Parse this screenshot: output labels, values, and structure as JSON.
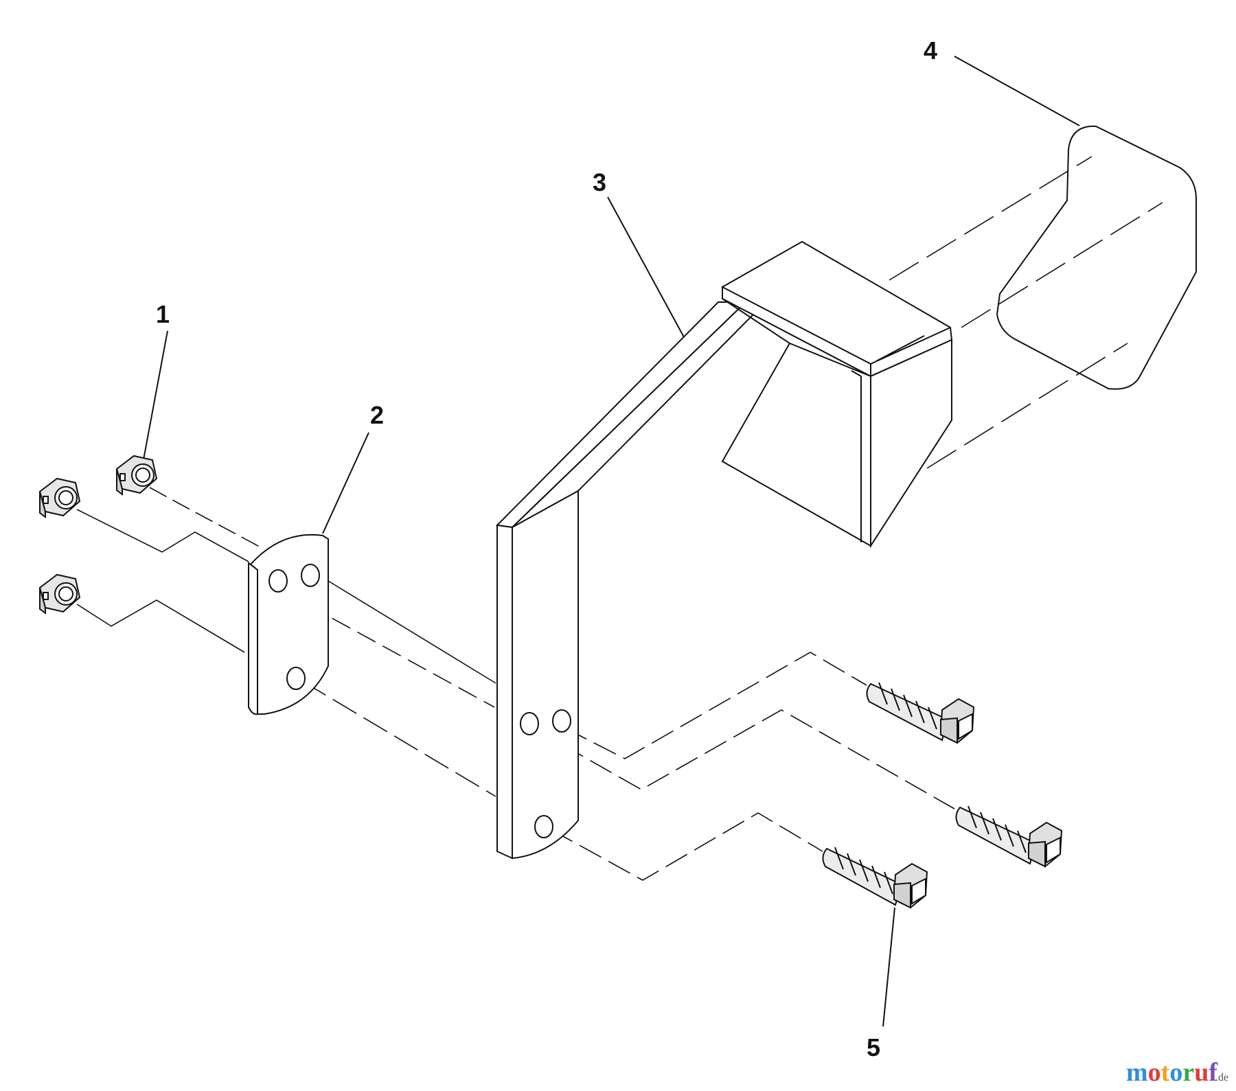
{
  "diagram": {
    "callouts": [
      {
        "id": "1",
        "label": "1"
      },
      {
        "id": "2",
        "label": "2"
      },
      {
        "id": "3",
        "label": "3"
      },
      {
        "id": "4",
        "label": "4"
      },
      {
        "id": "5",
        "label": "5"
      }
    ],
    "colors": {
      "line": "#111111",
      "nut_fill": "#e6e6e6",
      "bolt_fill": "#e0e0e0",
      "background": "#ffffff"
    }
  },
  "watermark": {
    "text": "motoruf",
    "suffix": ".de",
    "letter_colors": [
      "#2f8fd8",
      "#e23b3b",
      "#f2a31b",
      "#2f8fd8",
      "#38a845",
      "#e23b3b",
      "#7a4fb5"
    ],
    "suffix_color": "#555555"
  }
}
